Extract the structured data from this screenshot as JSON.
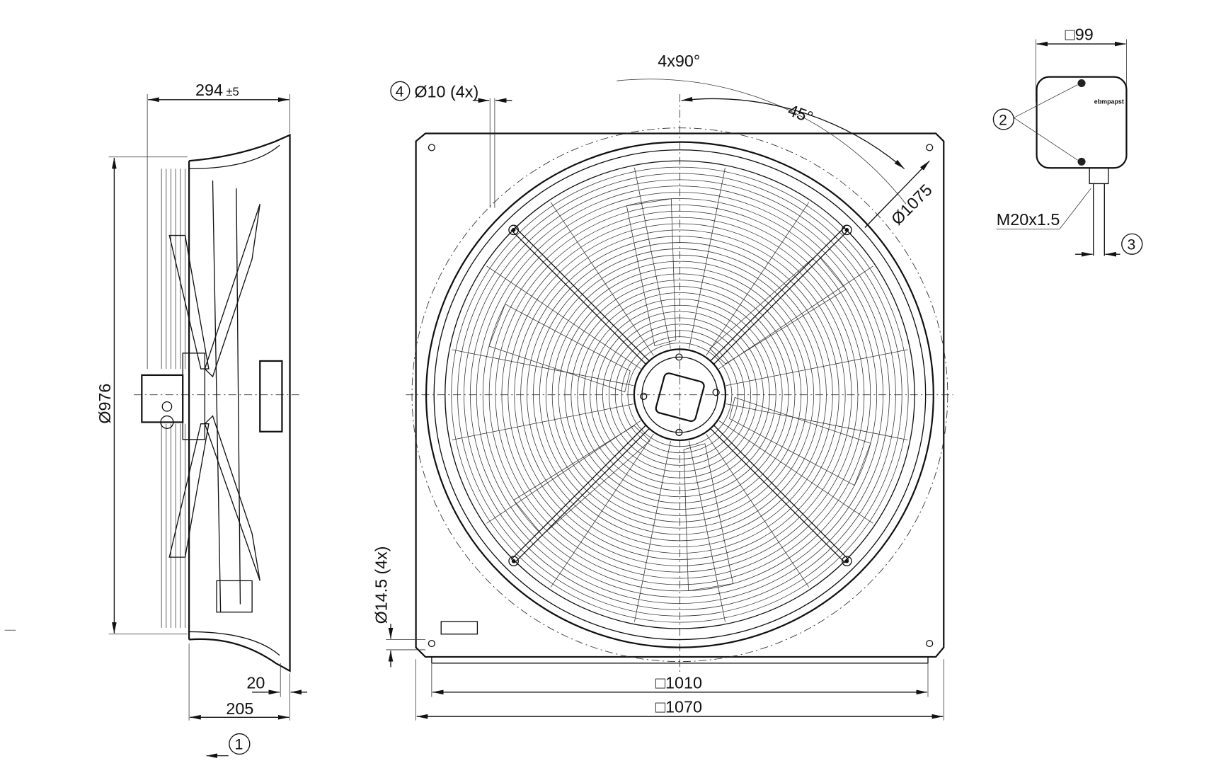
{
  "side_view": {
    "width_dim": "294",
    "width_tol": "±5",
    "diameter_dim": "Ø976",
    "flange_dim": "20",
    "depth_dim": "205",
    "callout_1": "1"
  },
  "front_view": {
    "callout_4": "4",
    "hole_dim": "Ø10 (4x)",
    "angle_pattern": "4x90°",
    "angle_45": "45°",
    "bolt_circle": "Ø1075",
    "corner_hole": "Ø14.5 (4x)",
    "inner_square": "□1010",
    "outer_square": "□1070"
  },
  "terminal_box": {
    "size_dim": "□99",
    "callout_2": "2",
    "thread": "M20x1.5",
    "callout_3": "3",
    "brand": "ebmpapst"
  }
}
